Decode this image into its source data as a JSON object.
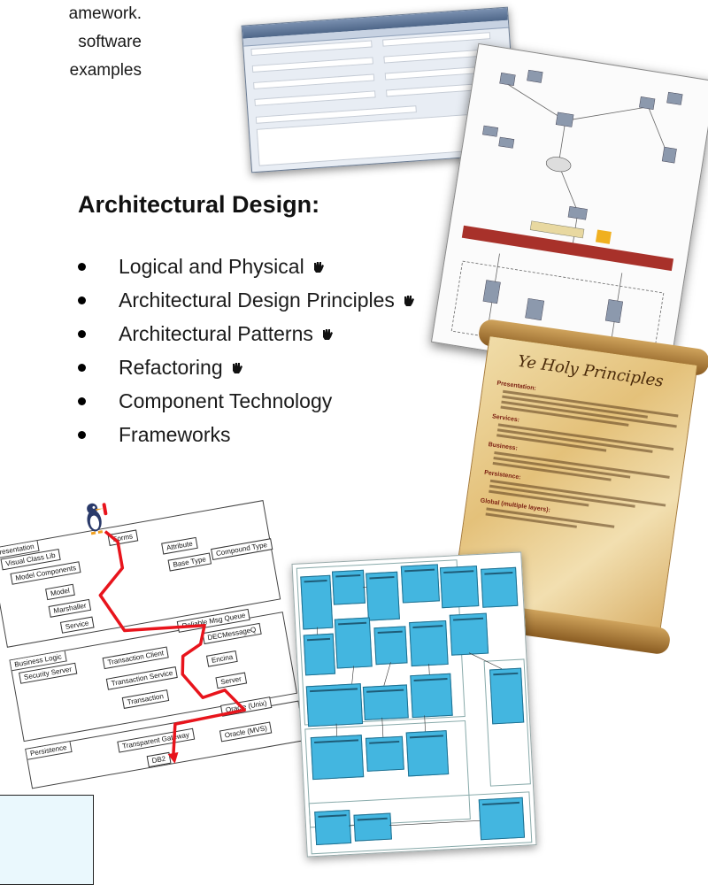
{
  "intro": {
    "lines": [
      "amework.",
      "software",
      "examples"
    ]
  },
  "section": {
    "heading": "Architectural Design:",
    "bullets": [
      {
        "text": "Logical and Physical",
        "hand": true
      },
      {
        "text": "Architectural Design Principles",
        "hand": true
      },
      {
        "text": "Architectural Patterns",
        "hand": true
      },
      {
        "text": "Refactoring",
        "hand": true
      },
      {
        "text": "Component Technology",
        "hand": false
      },
      {
        "text": "Frameworks",
        "hand": false
      }
    ]
  },
  "scroll": {
    "title": "Ye Holy Principles",
    "sections": [
      "Presentation:",
      "Services:",
      "Business:",
      "Persistence:",
      "Global (multiple layers):"
    ]
  },
  "arch_diagram": {
    "layers": [
      "Presentation",
      "Business Logic",
      "Persistence"
    ],
    "boxes": {
      "visual_class_lib": "Visual Class Lib",
      "forms": "Forms",
      "model_components": "Model Components",
      "attribute": "Attribute",
      "base_type": "Base Type",
      "compound_type": "Compound Type",
      "model": "Model",
      "marshaller": "Marshaller",
      "service": "Service",
      "reliable_msg_queue": "Reliable Msg Queue",
      "security_server": "Security Server",
      "transaction_client": "Transaction Client",
      "decmessageq": "DECMessageQ",
      "transaction_service": "Transaction Service",
      "encina": "Encina",
      "transaction": "Transaction",
      "server": "Server",
      "oracle_unix": "Oracle (Unix)",
      "transparent_gateway": "Transparent Gateway",
      "oracle_mvs": "Oracle (MVS)",
      "db2": "DB2"
    },
    "path_color": "#e8141c"
  },
  "colors": {
    "uml_fill": "#43b6e0",
    "bottom_box_fill": "#eaf8fd"
  }
}
